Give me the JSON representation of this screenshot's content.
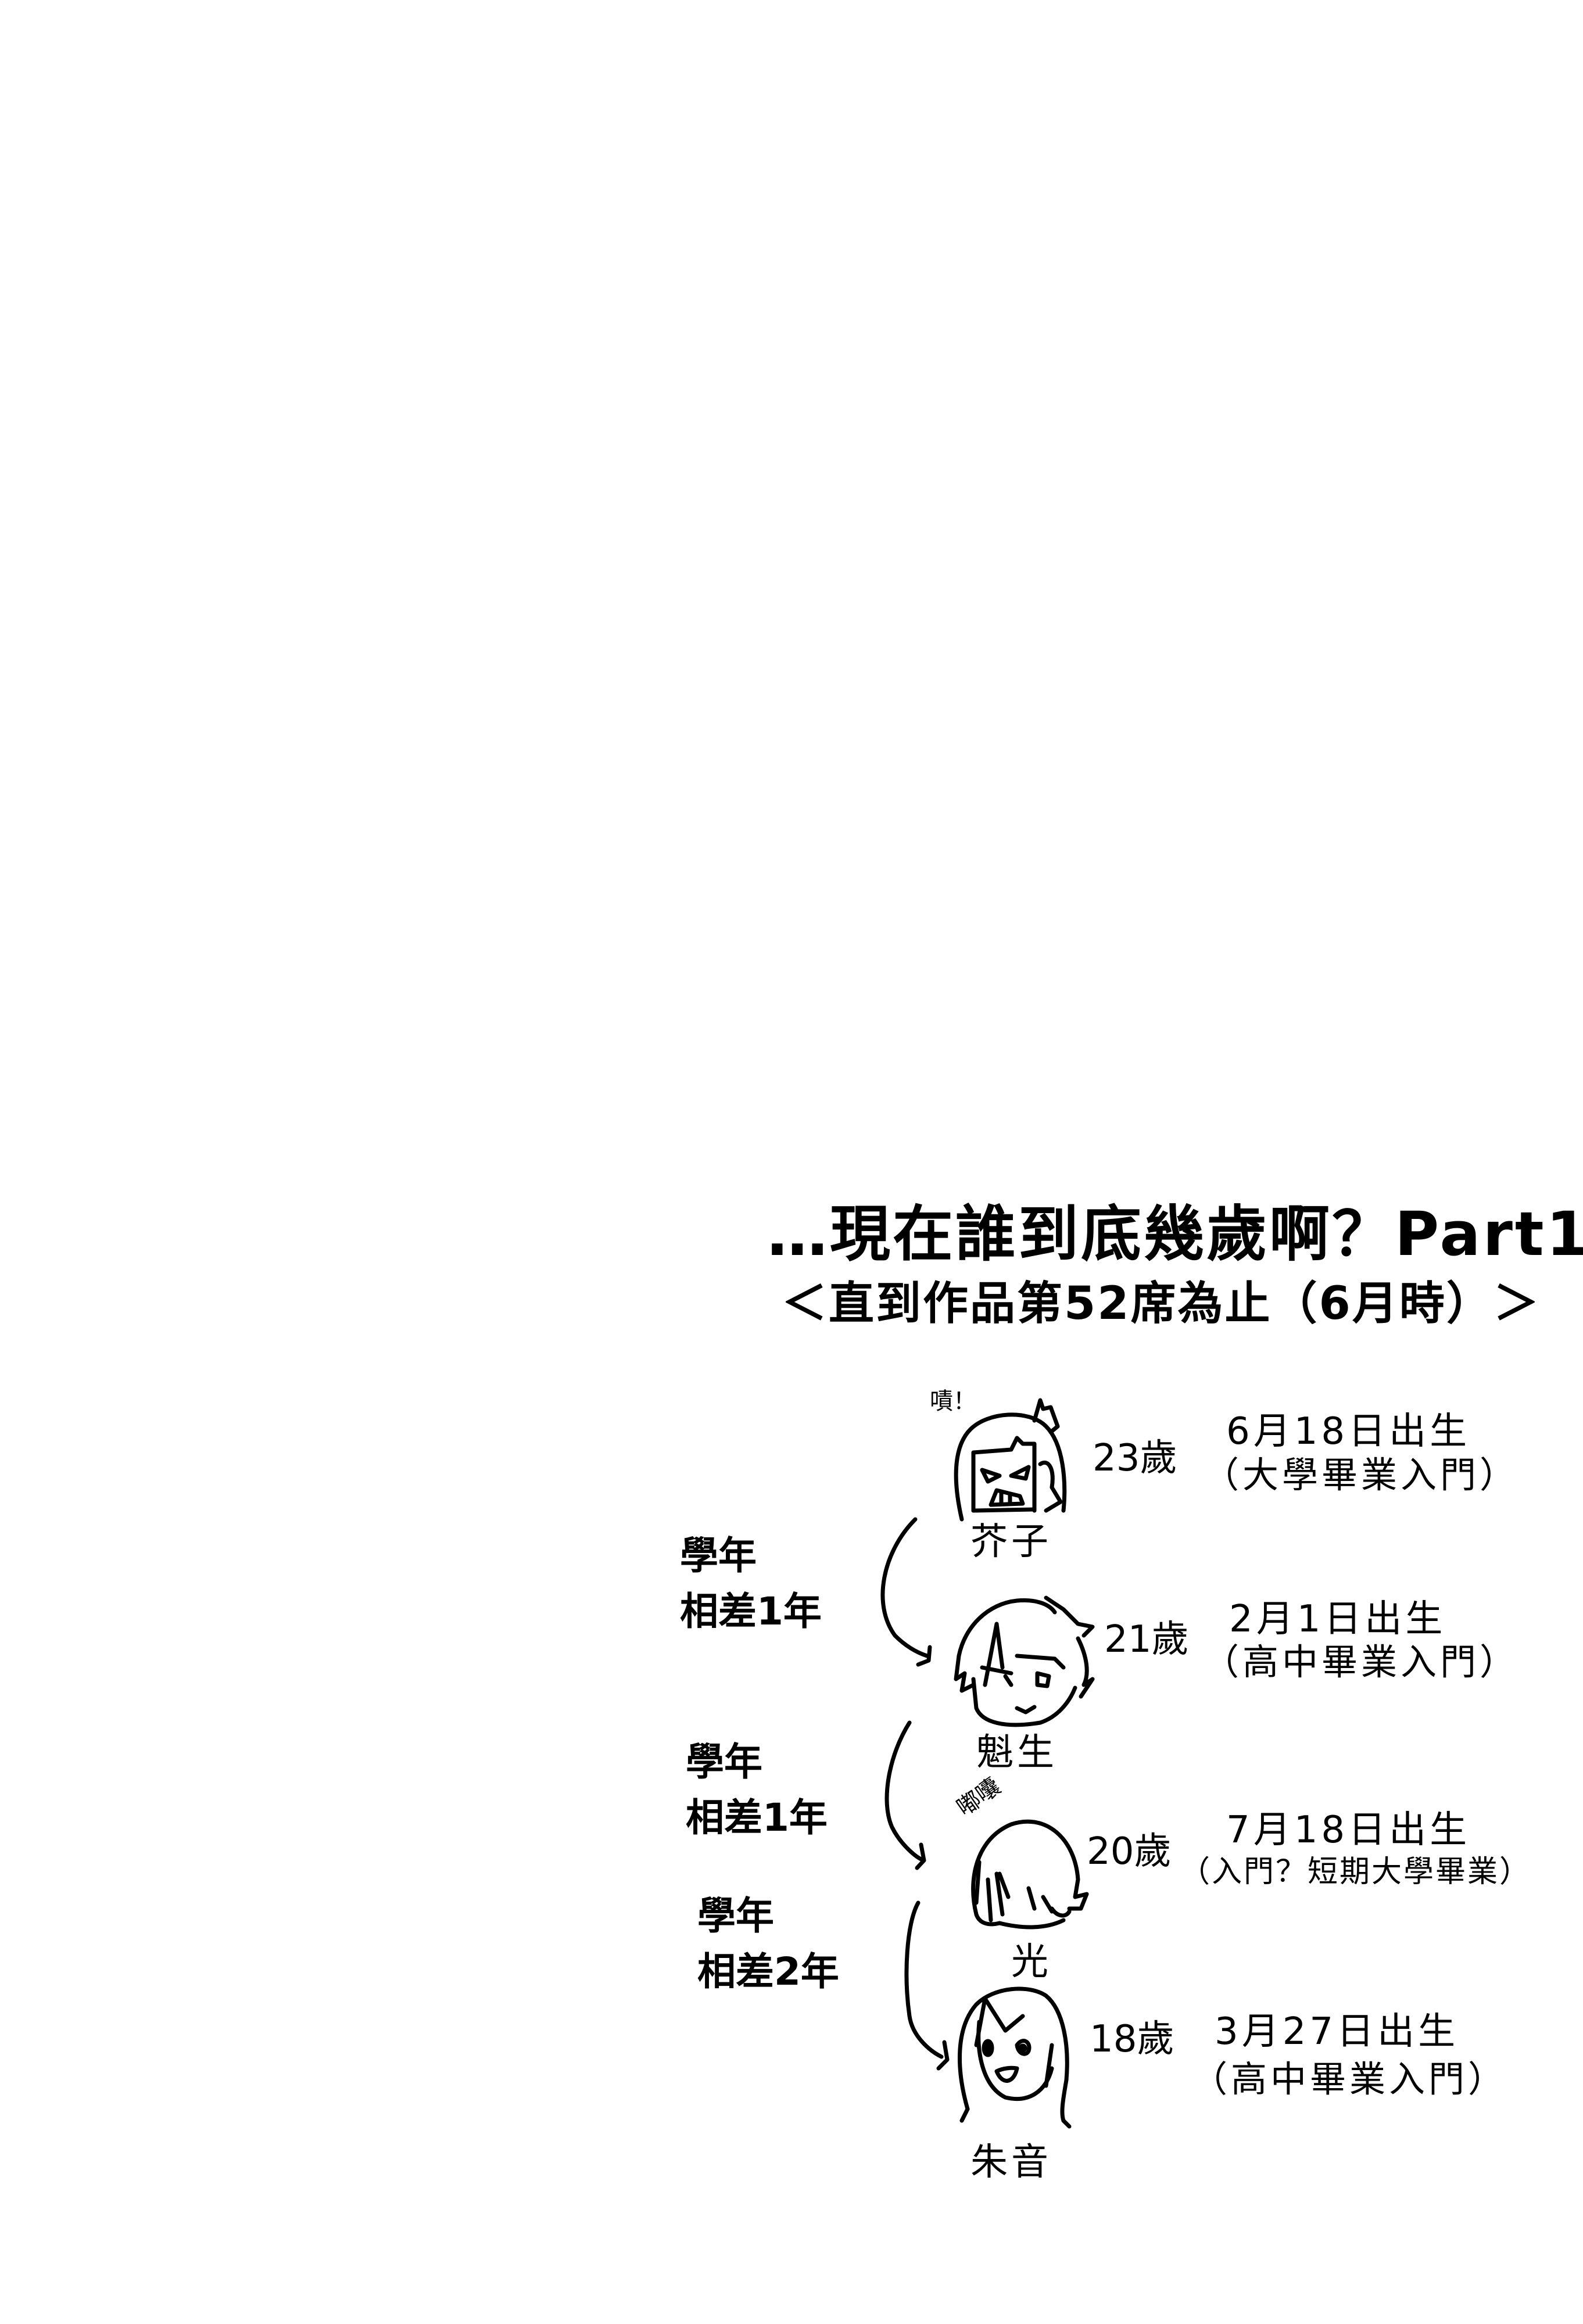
{
  "page": {
    "title": "…現在誰到底幾歲啊？Part1",
    "subtitle": "＜直到作品第52席為止（6月時）＞"
  },
  "characters": [
    {
      "name": "芥子",
      "age": "23歲",
      "birthday": "6月18日出生",
      "note": "（大學畢業入門）",
      "sfx": "嘖！"
    },
    {
      "name": "魁生",
      "age": "21歲",
      "birthday": "2月1日出生",
      "note": "（高中畢業入門）"
    },
    {
      "name": "光",
      "age": "20歲",
      "birthday": "7月18日出生",
      "note": "（入門？短期大學畢業）",
      "sfx": "嘟囔"
    },
    {
      "name": "朱音",
      "age": "18歲",
      "birthday": "3月27日出生",
      "note": "（高中畢業入門）"
    }
  ],
  "gaps": [
    {
      "line1": "學年",
      "line2": "相差1年"
    },
    {
      "line1": "學年",
      "line2": "相差1年"
    },
    {
      "line1": "學年",
      "line2": "相差2年"
    }
  ]
}
